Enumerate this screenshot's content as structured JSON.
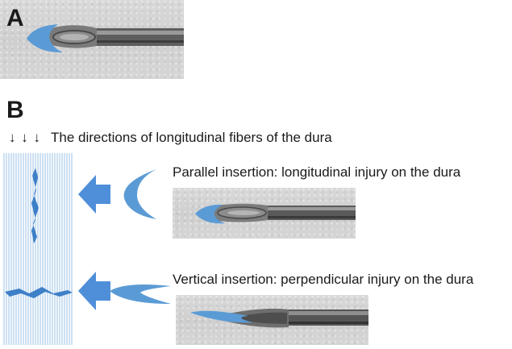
{
  "panel_a": {
    "label": "A"
  },
  "panel_b": {
    "label": "B",
    "arrow_symbols": "↓ ↓ ↓",
    "legend_text": "The directions of longitudinal fibers of the dura",
    "parallel": {
      "caption": "Parallel insertion: longitudinal injury on the dura"
    },
    "vertical": {
      "caption": "Vertical insertion: perpendicular injury on the dura"
    }
  },
  "colors": {
    "bevel_blue": "#5b9bd5",
    "fiber_blue": "#4a86c8",
    "arrow_blue": "#4f8fd9",
    "needle_gray": "#6e6e6e",
    "photo_bg": "#d3d3d3"
  },
  "icons": {
    "down_arrow": "down-arrow-icon",
    "right_arrow": "left-pointing-arrow-icon",
    "crescent": "needle-bevel-crescent-icon"
  }
}
